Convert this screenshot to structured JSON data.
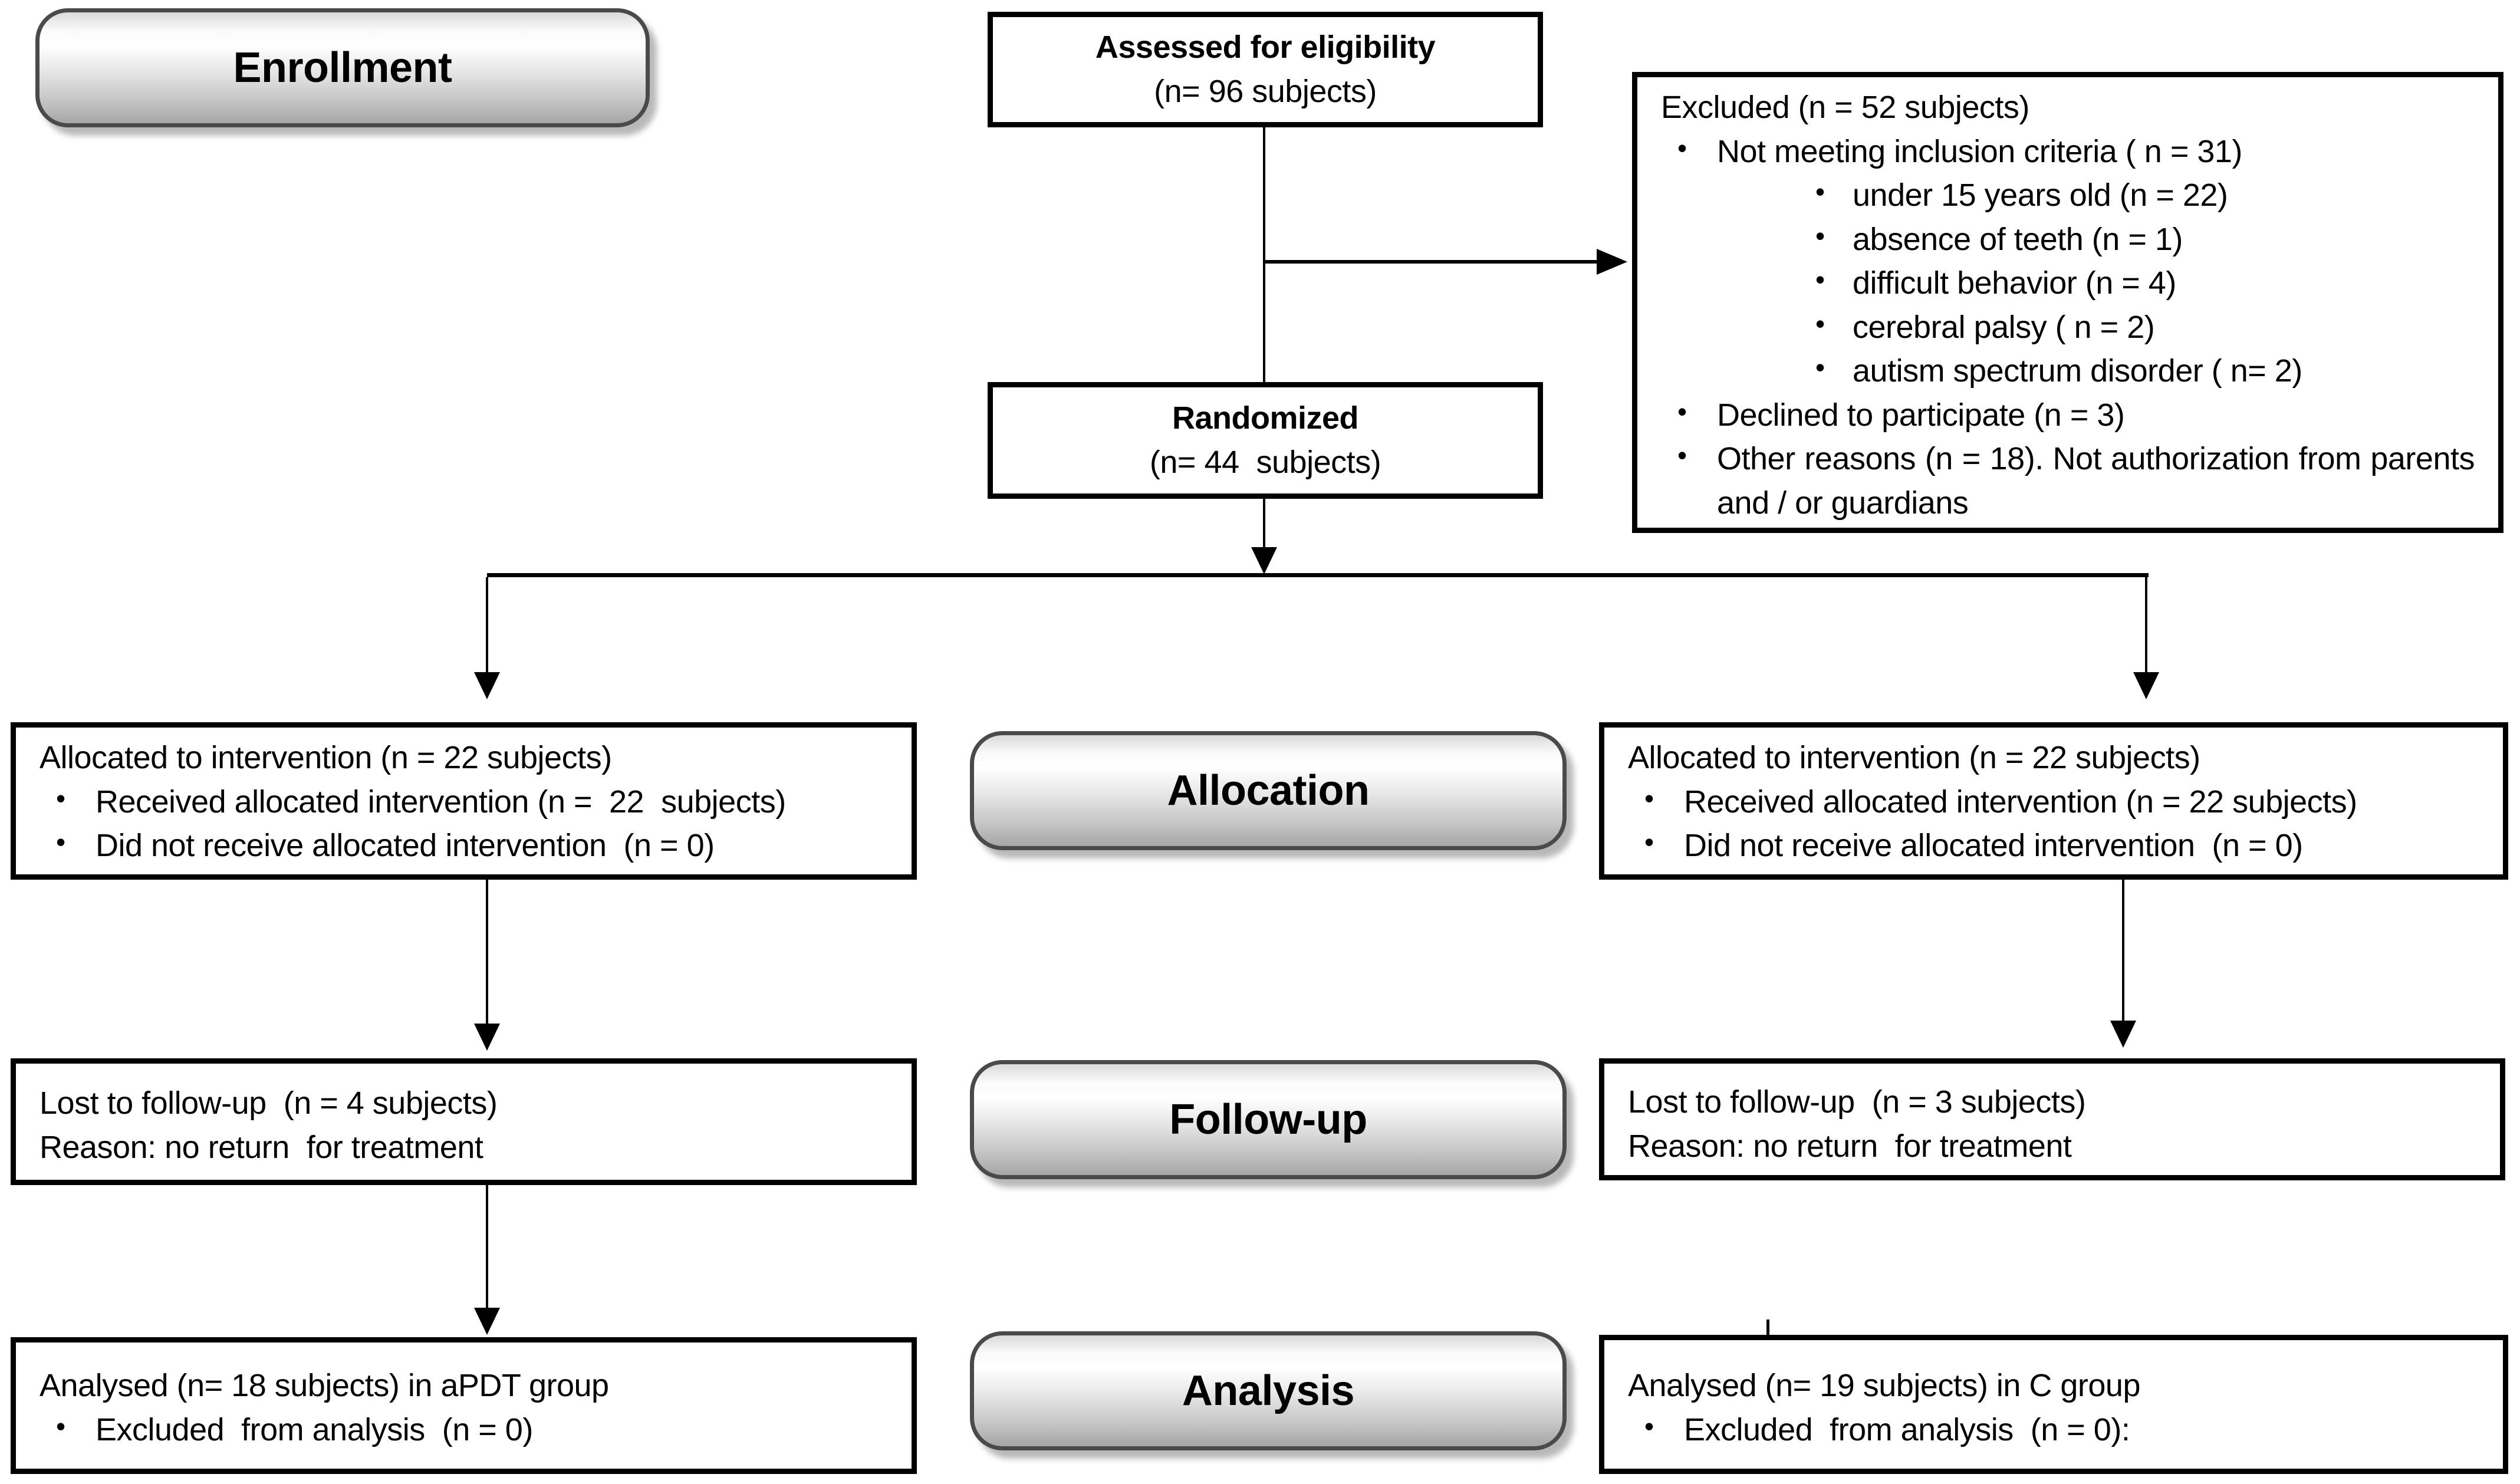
{
  "colors": {
    "background": "#ffffff",
    "box_border": "#000000",
    "pill_border": "#4a4a4a",
    "pill_gradient_top": "#ffffff",
    "pill_gradient_bottom": "#a6a6a6"
  },
  "stages": {
    "enrollment": "Enrollment",
    "allocation": "Allocation",
    "followup": "Follow-up",
    "analysis": "Analysis"
  },
  "assessed": {
    "title": "Assessed for eligibility",
    "n": "(n= 96 subjects)"
  },
  "excluded": {
    "title": "Excluded (n = 52 subjects)",
    "items": [
      {
        "level": 1,
        "text": "Not meeting inclusion criteria ( n = 31)"
      },
      {
        "level": 2,
        "text": "under 15 years old (n = 22)"
      },
      {
        "level": 2,
        "text": "absence of teeth (n = 1)"
      },
      {
        "level": 2,
        "text": "difficult behavior (n = 4)"
      },
      {
        "level": 2,
        "text": "cerebral palsy ( n = 2)"
      },
      {
        "level": 2,
        "text": "autism spectrum disorder ( n= 2)"
      },
      {
        "level": 1,
        "text": "Declined to participate (n = 3)"
      },
      {
        "level": 1,
        "text": "Other reasons (n = 18). Not authorization from parents and / or guardians"
      }
    ]
  },
  "randomized": {
    "title": "Randomized",
    "n": "(n= 44  subjects)"
  },
  "allocation_left": {
    "title": "Allocated to intervention (n = 22 subjects)",
    "items": [
      "Received allocated intervention (n =  22  subjects)",
      "Did not receive allocated intervention  (n = 0)"
    ]
  },
  "allocation_right": {
    "title": "Allocated to intervention (n = 22 subjects)",
    "items": [
      "Received allocated intervention (n = 22 subjects)",
      "Did not receive allocated intervention  (n = 0)"
    ]
  },
  "followup_left": {
    "line1": "Lost to follow-up  (n = 4 subjects)",
    "line2": "Reason: no return  for treatment"
  },
  "followup_right": {
    "line1": "Lost to follow-up  (n = 3 subjects)",
    "line2": "Reason: no return  for treatment"
  },
  "analysis_left": {
    "title": "Analysed (n= 18 subjects) in aPDT group",
    "items": [
      "Excluded  from analysis  (n = 0)"
    ]
  },
  "analysis_right": {
    "title": "Analysed (n= 19 subjects) in C group",
    "items": [
      "Excluded  from analysis  (n = 0):"
    ]
  }
}
